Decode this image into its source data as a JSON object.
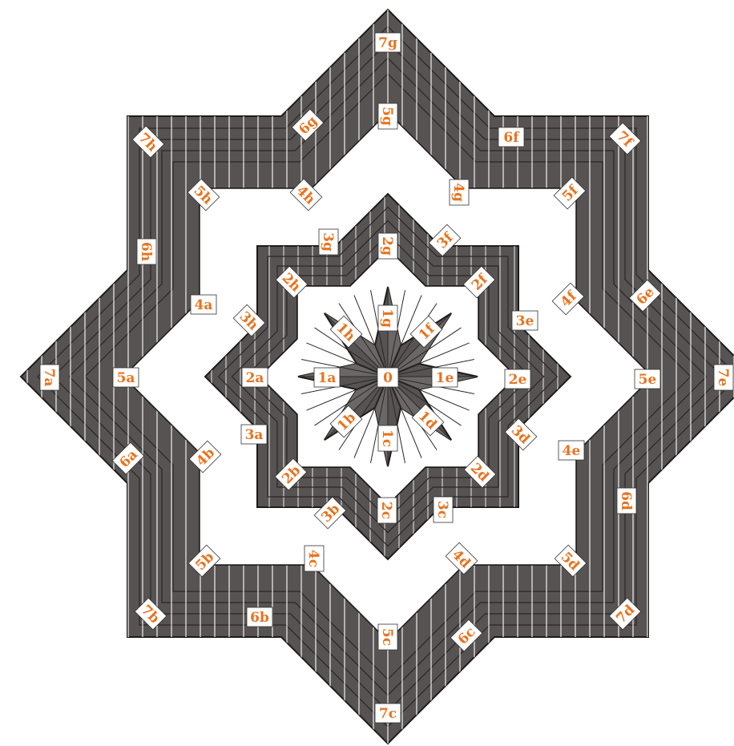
{
  "colors": {
    "band": "#575352",
    "outline": "#1e1b1a",
    "stripe": "#ffffff",
    "label_text": "#e8731e",
    "label_bg": "#ffffff"
  },
  "labels": [
    {
      "text": "0"
    },
    {
      "text": "1a"
    },
    {
      "text": "1b"
    },
    {
      "text": "1c"
    },
    {
      "text": "1d"
    },
    {
      "text": "1e"
    },
    {
      "text": "1f"
    },
    {
      "text": "1g"
    },
    {
      "text": "1h"
    },
    {
      "text": "2a"
    },
    {
      "text": "2b"
    },
    {
      "text": "2c"
    },
    {
      "text": "2d"
    },
    {
      "text": "2e"
    },
    {
      "text": "2f"
    },
    {
      "text": "2g"
    },
    {
      "text": "2h"
    },
    {
      "text": "3a"
    },
    {
      "text": "3b"
    },
    {
      "text": "3c"
    },
    {
      "text": "3d"
    },
    {
      "text": "3e"
    },
    {
      "text": "3f"
    },
    {
      "text": "3g"
    },
    {
      "text": "3h"
    },
    {
      "text": "4a"
    },
    {
      "text": "4b"
    },
    {
      "text": "4c"
    },
    {
      "text": "4d"
    },
    {
      "text": "4e"
    },
    {
      "text": "4f"
    },
    {
      "text": "4g"
    },
    {
      "text": "4h"
    },
    {
      "text": "5a"
    },
    {
      "text": "5b"
    },
    {
      "text": "5c"
    },
    {
      "text": "5d"
    },
    {
      "text": "5e"
    },
    {
      "text": "5f"
    },
    {
      "text": "5g"
    },
    {
      "text": "5h"
    },
    {
      "text": "6a"
    },
    {
      "text": "6b"
    },
    {
      "text": "6c"
    },
    {
      "text": "6d"
    },
    {
      "text": "6e"
    },
    {
      "text": "6f"
    },
    {
      "text": "6g"
    },
    {
      "text": "6h"
    },
    {
      "text": "7a"
    },
    {
      "text": "7b"
    },
    {
      "text": "7c"
    },
    {
      "text": "7d"
    },
    {
      "text": "7e"
    },
    {
      "text": "7f"
    },
    {
      "text": "7g"
    },
    {
      "text": "7h"
    }
  ]
}
